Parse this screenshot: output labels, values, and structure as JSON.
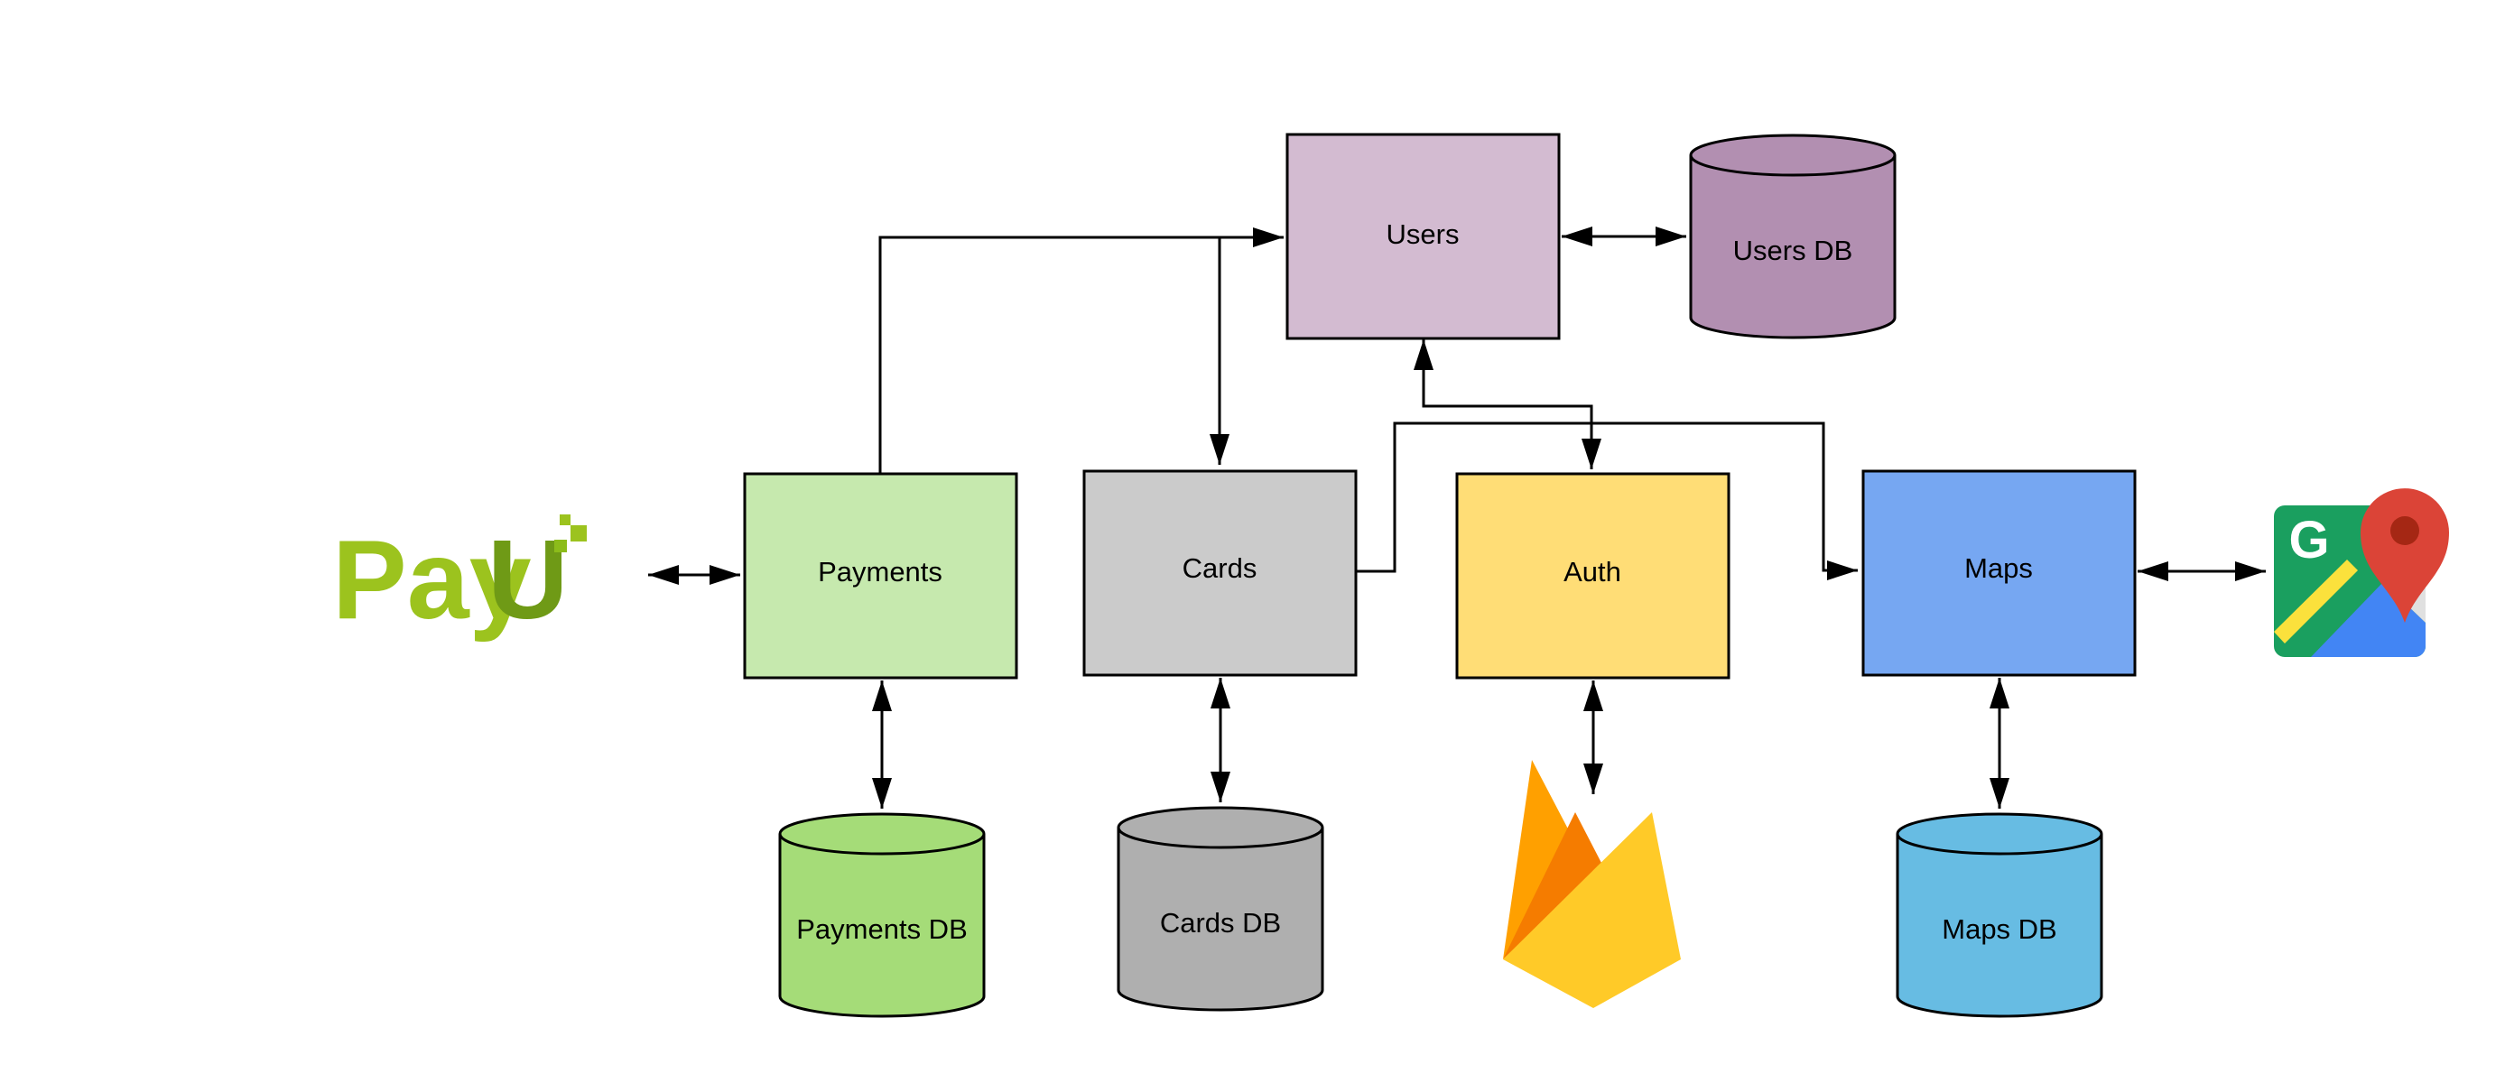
{
  "nodes": {
    "users": {
      "label": "Users",
      "color": "#d3bbd1"
    },
    "users_db": {
      "label": "Users DB",
      "color": "#b28fb1"
    },
    "payments": {
      "label": "Payments",
      "color": "#c6e9ae"
    },
    "cards": {
      "label": "Cards",
      "color": "#cbcbcb"
    },
    "auth": {
      "label": "Auth",
      "color": "#ffdd76"
    },
    "maps": {
      "label": "Maps",
      "color": "#76a7f2"
    },
    "payments_db": {
      "label": "Payments DB",
      "color": "#a5dc78"
    },
    "cards_db": {
      "label": "Cards DB",
      "color": "#afafaf"
    },
    "maps_db": {
      "label": "Maps DB",
      "color": "#67bce3"
    }
  },
  "logos": {
    "payu": {
      "text_pay": "Pay",
      "text_u": "U",
      "icon": "payu-logo",
      "color": "#8cbc1a"
    },
    "firebase": {
      "icon": "firebase-logo"
    },
    "google_maps": {
      "icon": "google-maps-logo",
      "letter": "G"
    }
  },
  "edges": [
    {
      "from": "payu",
      "to": "payments",
      "direction": "both"
    },
    {
      "from": "payments",
      "to": "users",
      "direction": "to"
    },
    {
      "from": "users",
      "to": "cards",
      "direction": "to"
    },
    {
      "from": "users",
      "to": "users_db",
      "direction": "both"
    },
    {
      "from": "auth",
      "to": "users",
      "direction": "both"
    },
    {
      "from": "cards",
      "to": "maps",
      "direction": "to"
    },
    {
      "from": "maps",
      "to": "google_maps",
      "direction": "both"
    },
    {
      "from": "payments",
      "to": "payments_db",
      "direction": "both"
    },
    {
      "from": "cards",
      "to": "cards_db",
      "direction": "both"
    },
    {
      "from": "auth",
      "to": "firebase",
      "direction": "both"
    },
    {
      "from": "maps",
      "to": "maps_db",
      "direction": "both"
    }
  ]
}
